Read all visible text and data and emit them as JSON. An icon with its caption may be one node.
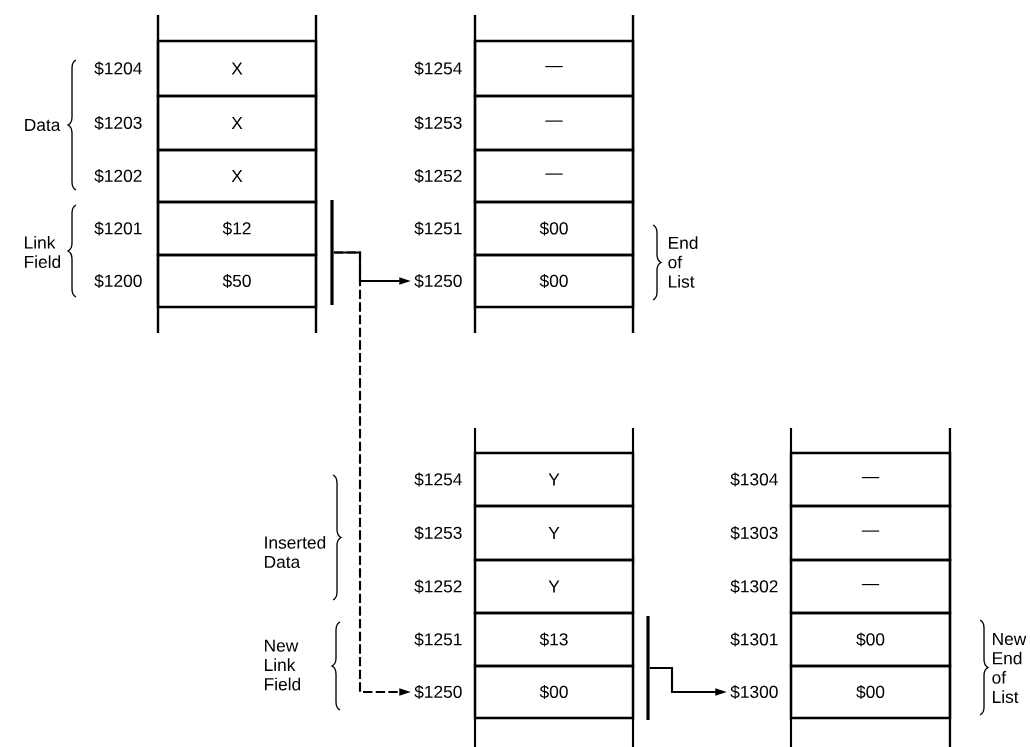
{
  "diagram": {
    "nodes": [
      {
        "text": [
          "$1204"
        ]
      },
      {
        "text": [
          "X"
        ]
      },
      {
        "text": [
          "$1203"
        ]
      },
      {
        "text": [
          "X"
        ]
      },
      {
        "text": [
          "$1202"
        ]
      },
      {
        "text": [
          "X"
        ]
      },
      {
        "text": [
          "$1201"
        ]
      },
      {
        "text": [
          "$12"
        ]
      },
      {
        "text": [
          "$1200"
        ]
      },
      {
        "text": [
          "$50"
        ]
      },
      {
        "text": [],
        "shape": "bar"
      },
      {
        "text": [
          "$1254"
        ]
      },
      {
        "text": [
          "—"
        ]
      },
      {
        "text": [
          "$1253"
        ]
      },
      {
        "text": [
          "—"
        ]
      },
      {
        "text": [
          "$1252"
        ]
      },
      {
        "text": [
          "—"
        ]
      },
      {
        "text": [
          "$1251"
        ]
      },
      {
        "text": [
          "$00"
        ]
      },
      {
        "text": [
          "$1250"
        ]
      },
      {
        "text": [
          "$00"
        ]
      },
      {
        "text": [
          "$1254"
        ]
      },
      {
        "text": [
          "Y"
        ]
      },
      {
        "text": [
          "$1253"
        ]
      },
      {
        "text": [
          "Y"
        ]
      },
      {
        "text": [
          "$1252"
        ]
      },
      {
        "text": [
          "Y"
        ]
      },
      {
        "text": [
          "$1251"
        ]
      },
      {
        "text": [
          "$13"
        ]
      },
      {
        "text": [
          "$1250"
        ]
      },
      {
        "text": [
          "$00"
        ]
      },
      {
        "text": [],
        "shape": "bar"
      },
      {
        "text": [
          "$1304"
        ]
      },
      {
        "text": [
          "—"
        ]
      },
      {
        "text": [
          "$1303"
        ]
      },
      {
        "text": [
          "—"
        ]
      },
      {
        "text": [
          "$1302"
        ]
      },
      {
        "text": [
          "—"
        ]
      },
      {
        "text": [
          "$1301"
        ]
      },
      {
        "text": [
          "$00"
        ]
      },
      {
        "text": [
          "$1300"
        ]
      },
      {
        "text": [
          "$00"
        ]
      }
    ],
    "edges": [
      {
        "from": 10,
        "to": 19,
        "arrow": "to"
      },
      {
        "from": 10,
        "to": 29,
        "arrow": "to",
        "style": "dashed"
      },
      {
        "from": 31,
        "to": 40,
        "arrow": "to"
      }
    ],
    "labels": [
      "Data",
      "Link Field",
      "End of List",
      "Inserted Data",
      "New Link Field",
      "New End of List"
    ]
  }
}
